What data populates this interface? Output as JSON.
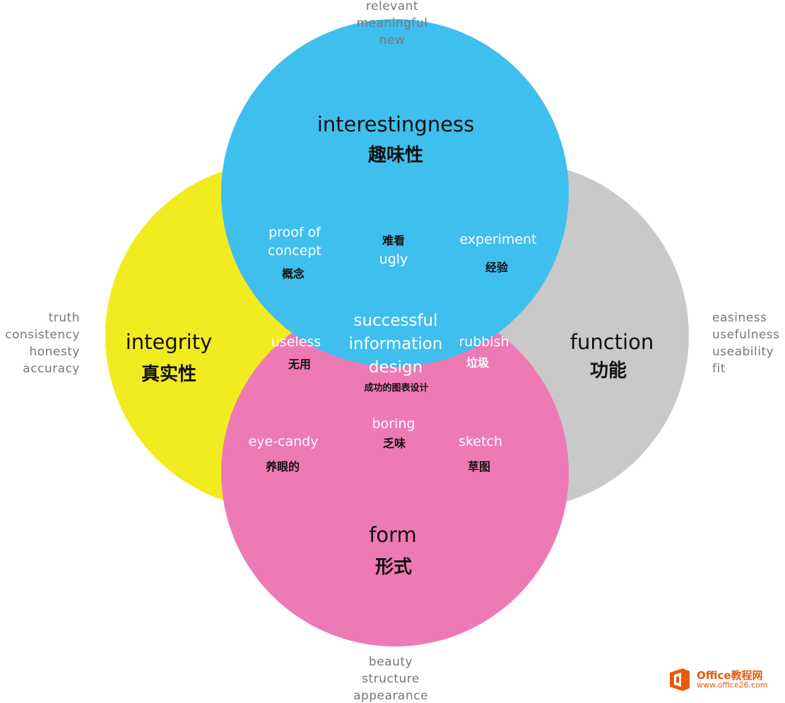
{
  "circles": {
    "interestingness": {
      "label": "interestingness",
      "label_zh": "趣味性",
      "color": "#3fbfee",
      "descriptors": [
        "relevant",
        "meaningful",
        "new"
      ]
    },
    "integrity": {
      "label": "integrity",
      "label_zh": "真实性",
      "color": "#f2eb20",
      "descriptors": [
        "truth",
        "consistency",
        "honesty",
        "accuracy"
      ]
    },
    "function": {
      "label": "function",
      "label_zh": "功能",
      "color": "#c9c9c9",
      "descriptors": [
        "easiness",
        "usefulness",
        "useability",
        "fit"
      ]
    },
    "form": {
      "label": "form",
      "label_zh": "形式",
      "color": "#ee7ab5",
      "descriptors": [
        "beauty",
        "structure",
        "appearance"
      ]
    }
  },
  "overlaps": {
    "proof_of_concept": {
      "label_line1": "proof of",
      "label_line2": "concept",
      "label_zh": "概念",
      "color": "#8cc63f"
    },
    "experiment": {
      "label": "experiment",
      "label_zh": "经验",
      "color": "#6aa9c6"
    },
    "eye_candy": {
      "label": "eye-candy",
      "label_zh": "养眼的",
      "color": "#f39323"
    },
    "sketch": {
      "label": "sketch",
      "label_zh": "草图",
      "color": "#c86e96"
    },
    "ugly": {
      "label": "ugly",
      "label_zh": "难看",
      "color": "#6f9f4f"
    },
    "useless": {
      "label": "useless",
      "label_zh": "无用",
      "color": "#f26a24"
    },
    "rubbish": {
      "label": "rubbish",
      "label_zh": "垃圾",
      "color": "#6a3596"
    },
    "boring": {
      "label": "boring",
      "label_zh": "乏味",
      "color": "#d5812e"
    },
    "successful": {
      "label_line1": "successful",
      "label_line2": "information",
      "label_line3": "design",
      "label_zh": "成功的图表设计",
      "color": "#e5191f"
    }
  },
  "watermark": {
    "brand": "Office教程网",
    "url": "www.office26.com",
    "color": "#e8590c"
  }
}
